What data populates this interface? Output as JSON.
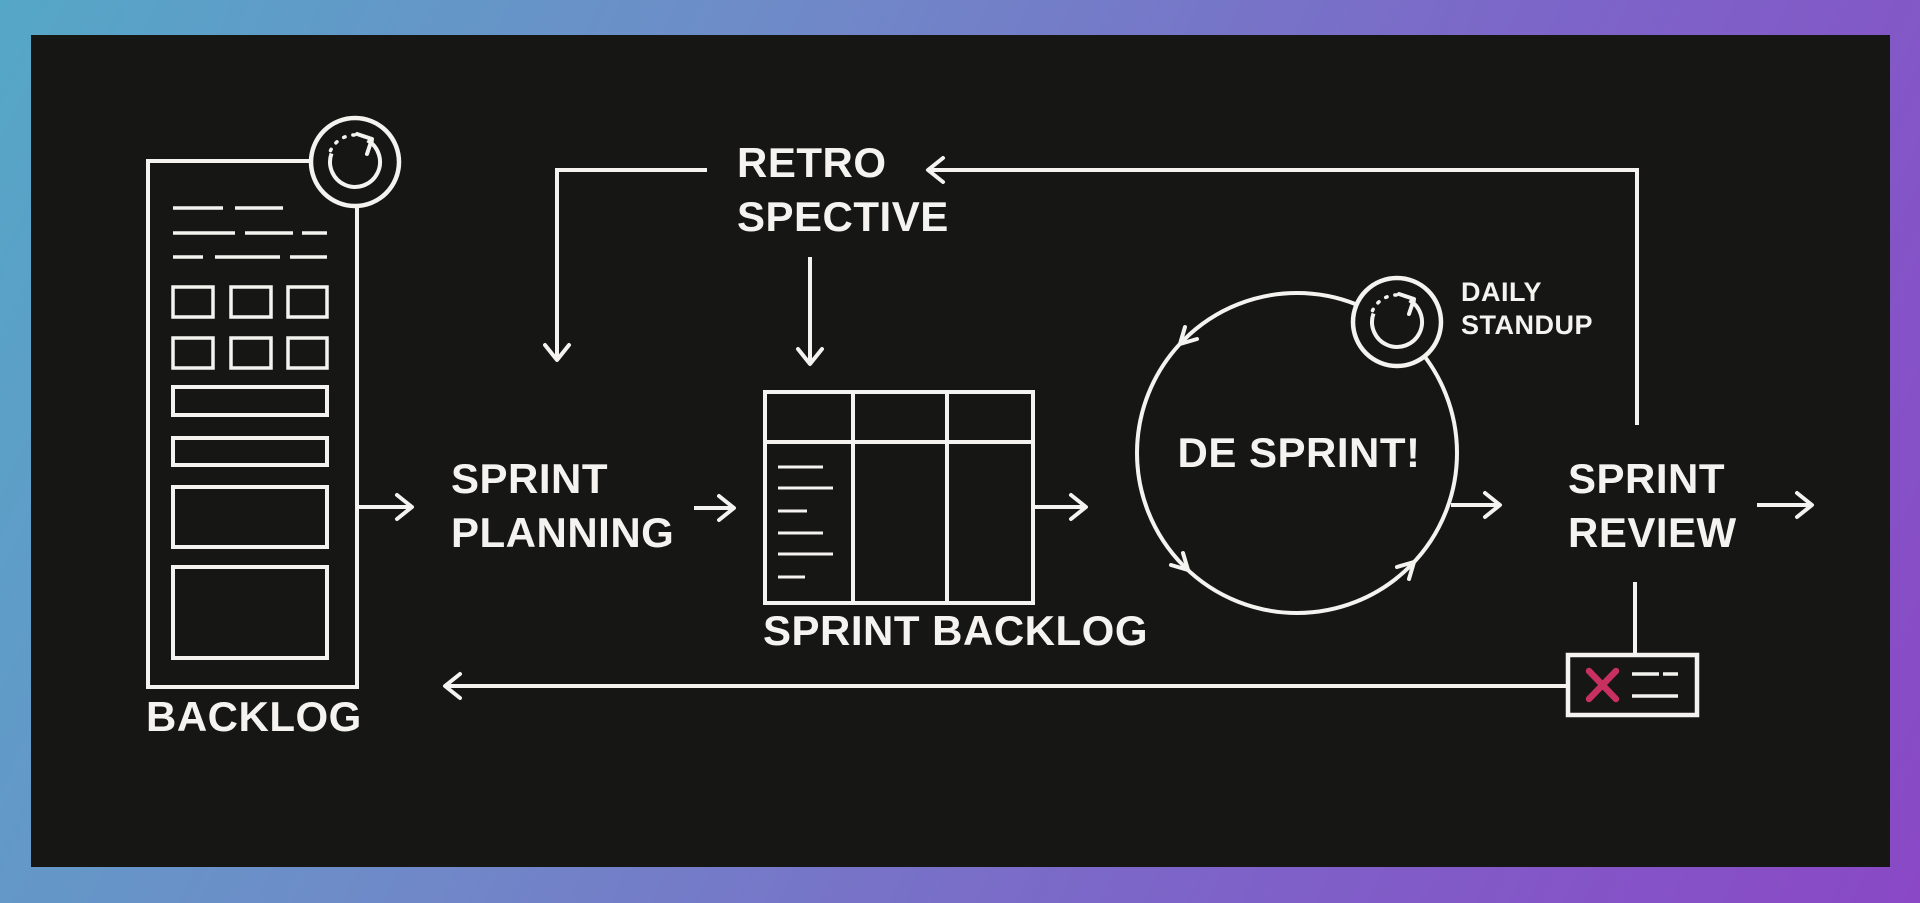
{
  "colors": {
    "bg_tl": "#55a7c7",
    "bg_tr": "#6e8cc8",
    "bg_bl": "#7d64c8",
    "bg_br": "#8a48c6",
    "panel": "#161614",
    "ink": "#f4f3ef",
    "accent": "#c8305f"
  },
  "nodes": {
    "backlog": {
      "label": "BACKLOG"
    },
    "sprint_planning": {
      "lines": [
        "SPRINT",
        "PLANNING"
      ]
    },
    "retrospective": {
      "lines": [
        "RETRO",
        "SPECTIVE"
      ]
    },
    "sprint_backlog": {
      "label": "SPRINT BACKLOG"
    },
    "sprint_circle": {
      "label": "DE SPRINT!"
    },
    "daily_standup": {
      "lines": [
        "DAILY",
        "STANDUP"
      ]
    },
    "sprint_review": {
      "lines": [
        "SPRINT",
        "REVIEW"
      ]
    }
  },
  "icons": {
    "backlog_loop": "loop-arrow-icon",
    "daily_standup_loop": "loop-arrow-icon",
    "rejected_item_mark": "x-mark-icon"
  }
}
